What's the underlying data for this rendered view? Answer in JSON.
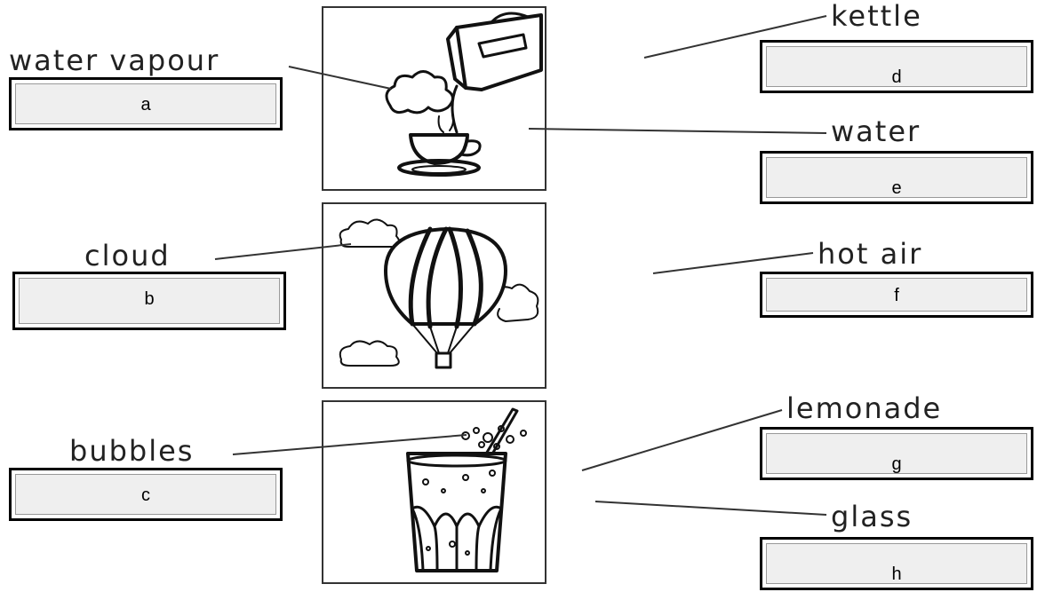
{
  "labels": {
    "water_vapour": "water vapour",
    "kettle": "kettle",
    "water": "water",
    "cloud": "cloud",
    "hot_air": "hot air",
    "bubbles": "bubbles",
    "lemonade": "lemonade",
    "glass": "glass"
  },
  "answer_boxes": {
    "a": "a",
    "b": "b",
    "c": "c",
    "d": "d",
    "e": "e",
    "f": "f",
    "g": "g",
    "h": "h"
  },
  "pictures": [
    "kettle-pouring-into-cup-icon",
    "hot-air-balloon-icon",
    "lemonade-glass-icon"
  ]
}
